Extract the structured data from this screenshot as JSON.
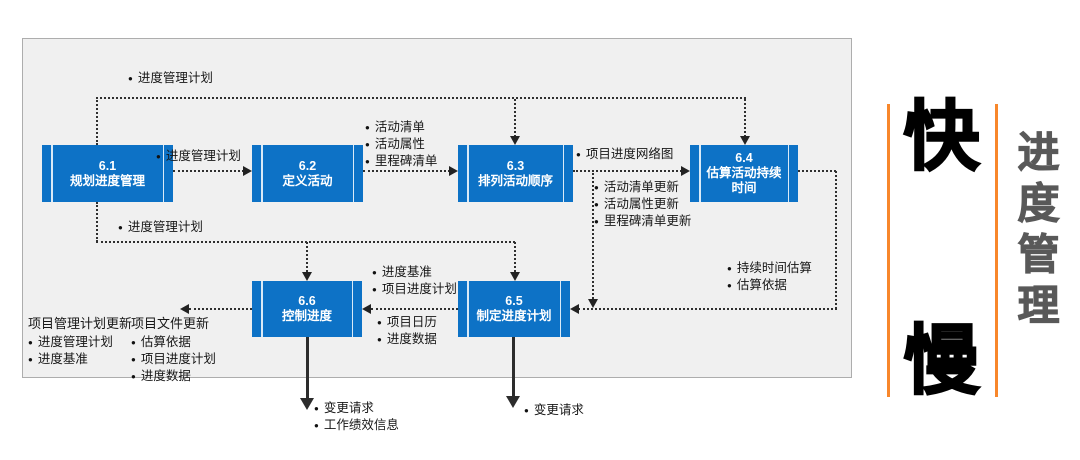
{
  "boxes": [
    {
      "number": "6.1",
      "name": "规划进度管理"
    },
    {
      "number": "6.2",
      "name": "定义活动"
    },
    {
      "number": "6.3",
      "name": "排列活动顺序"
    },
    {
      "number": "6.4",
      "name": "估算活动持续时间"
    },
    {
      "number": "6.5",
      "name": "制定进度计划"
    },
    {
      "number": "6.6",
      "name": "控制进度"
    }
  ],
  "flow_labels": {
    "top_plan": "进度管理计划",
    "mid_plan": "进度管理计划",
    "lower_plan": "进度管理计划",
    "network_diagram": "项目进度网络图",
    "pm_plan_updates_header": "项目管理计划更新",
    "doc_updates_header": "项目文件更新",
    "change_requests_65": "变更请求"
  },
  "lists": {
    "activity_outputs": [
      "活动清单",
      "活动属性",
      "里程碑清单"
    ],
    "sequence_updates": [
      "活动清单更新",
      "活动属性更新",
      "里程碑清单更新"
    ],
    "duration_outputs": [
      "持续时间估算",
      "估算依据"
    ],
    "schedule_outputs_top": [
      "进度基准",
      "项目进度计划"
    ],
    "schedule_outputs_bottom": [
      "项目日历",
      "进度数据"
    ],
    "pm_plan_updates": [
      "进度管理计划",
      "进度基准"
    ],
    "doc_updates": [
      "估算依据",
      "项目进度计划",
      "进度数据"
    ],
    "control_outputs": [
      "变更请求",
      "工作绩效信息"
    ]
  },
  "side_panel": {
    "fast": "快",
    "slow": "慢",
    "vertical_title": "进度管理"
  },
  "colors": {
    "process_box_blue": "#0D72C6",
    "panel_background": "#F0F0F0",
    "connector_dark": "#2F2F2F",
    "accent_orange": "#F8872B",
    "side_title_gray": "#595959"
  }
}
